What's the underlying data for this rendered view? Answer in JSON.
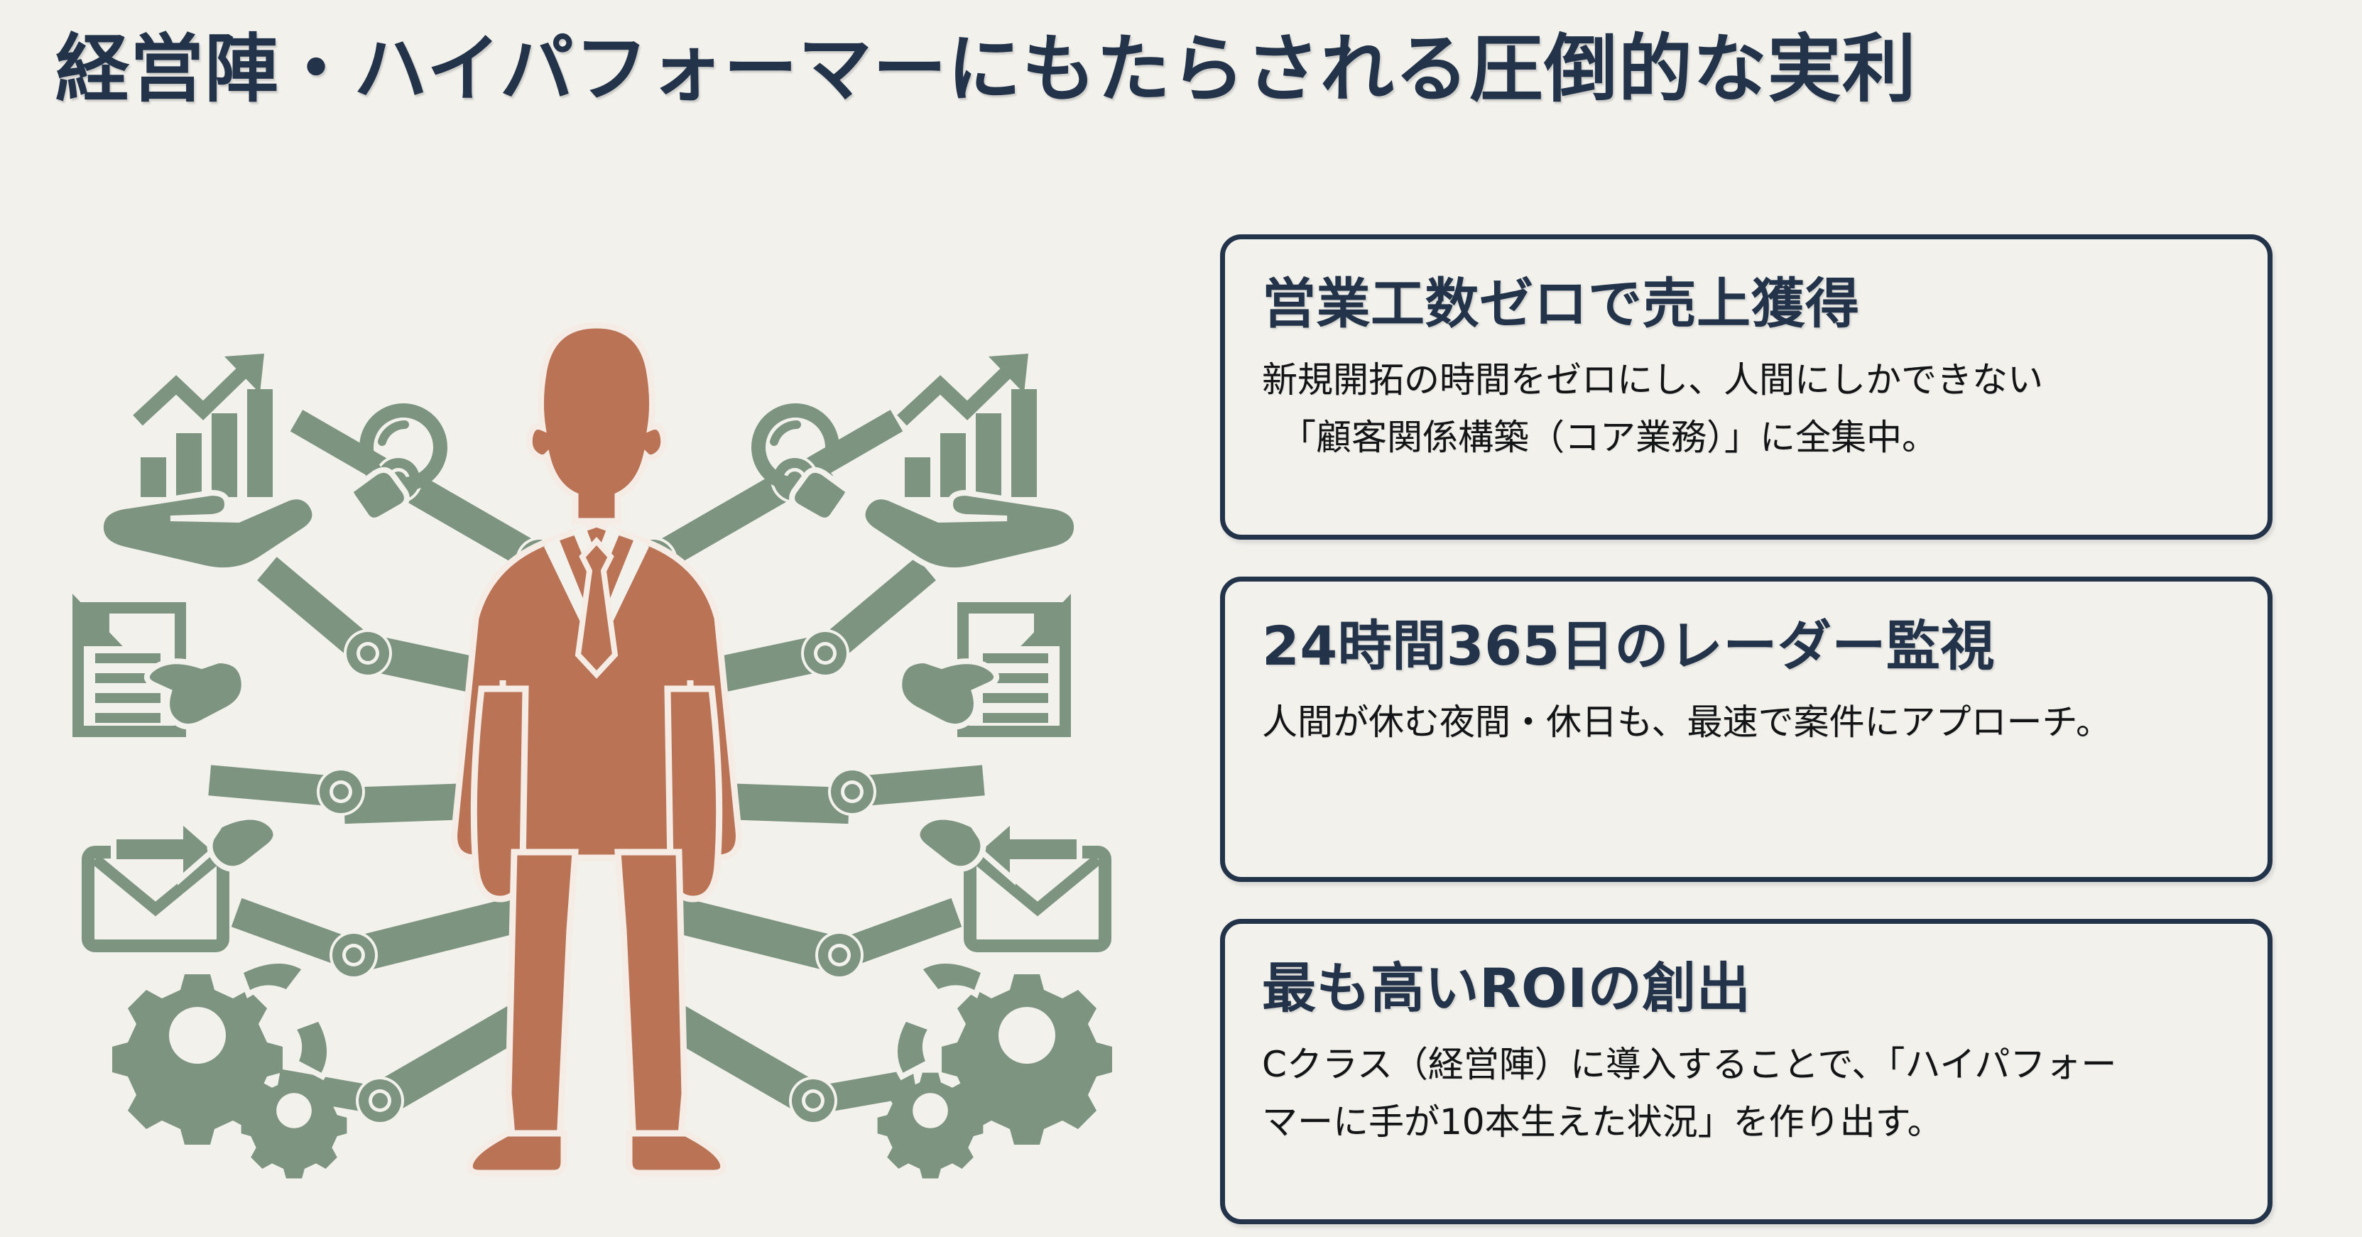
{
  "page_title": "経営陣・ハイパフォーマーにもたらされる圧倒的な実利",
  "colors": {
    "background": "#f2f1ec",
    "navy": "#22334a",
    "green": "#7d9480",
    "terracotta": "#bb7356",
    "body_text": "#121416"
  },
  "illustration": {
    "name": "businessman-with-ten-robotic-arms",
    "center_figure": "businessman-silhouette",
    "arm_icons": [
      "magnifier-icon",
      "magnifier-icon",
      "growth-chart-icon",
      "growth-chart-icon",
      "document-icon",
      "document-icon",
      "envelope-icon",
      "envelope-icon",
      "gears-icon",
      "gears-icon"
    ]
  },
  "cards": [
    {
      "heading": "営業工数ゼロで売上獲得",
      "body_lines": [
        "新規開拓の時間をゼロにし、人間にしかできない",
        "「顧客関係構築（コア業務）」に全集中。"
      ]
    },
    {
      "heading": "24時間365日のレーダー監視",
      "body_lines": [
        "人間が休む夜間・休日も、最速で案件にアプローチ。"
      ]
    },
    {
      "heading": "最も高いROIの創出",
      "body_lines": [
        "Cクラス（経営陣）に導入することで、「ハイパフォー",
        "マーに手が10本生えた状況」を作り出す。"
      ]
    }
  ]
}
